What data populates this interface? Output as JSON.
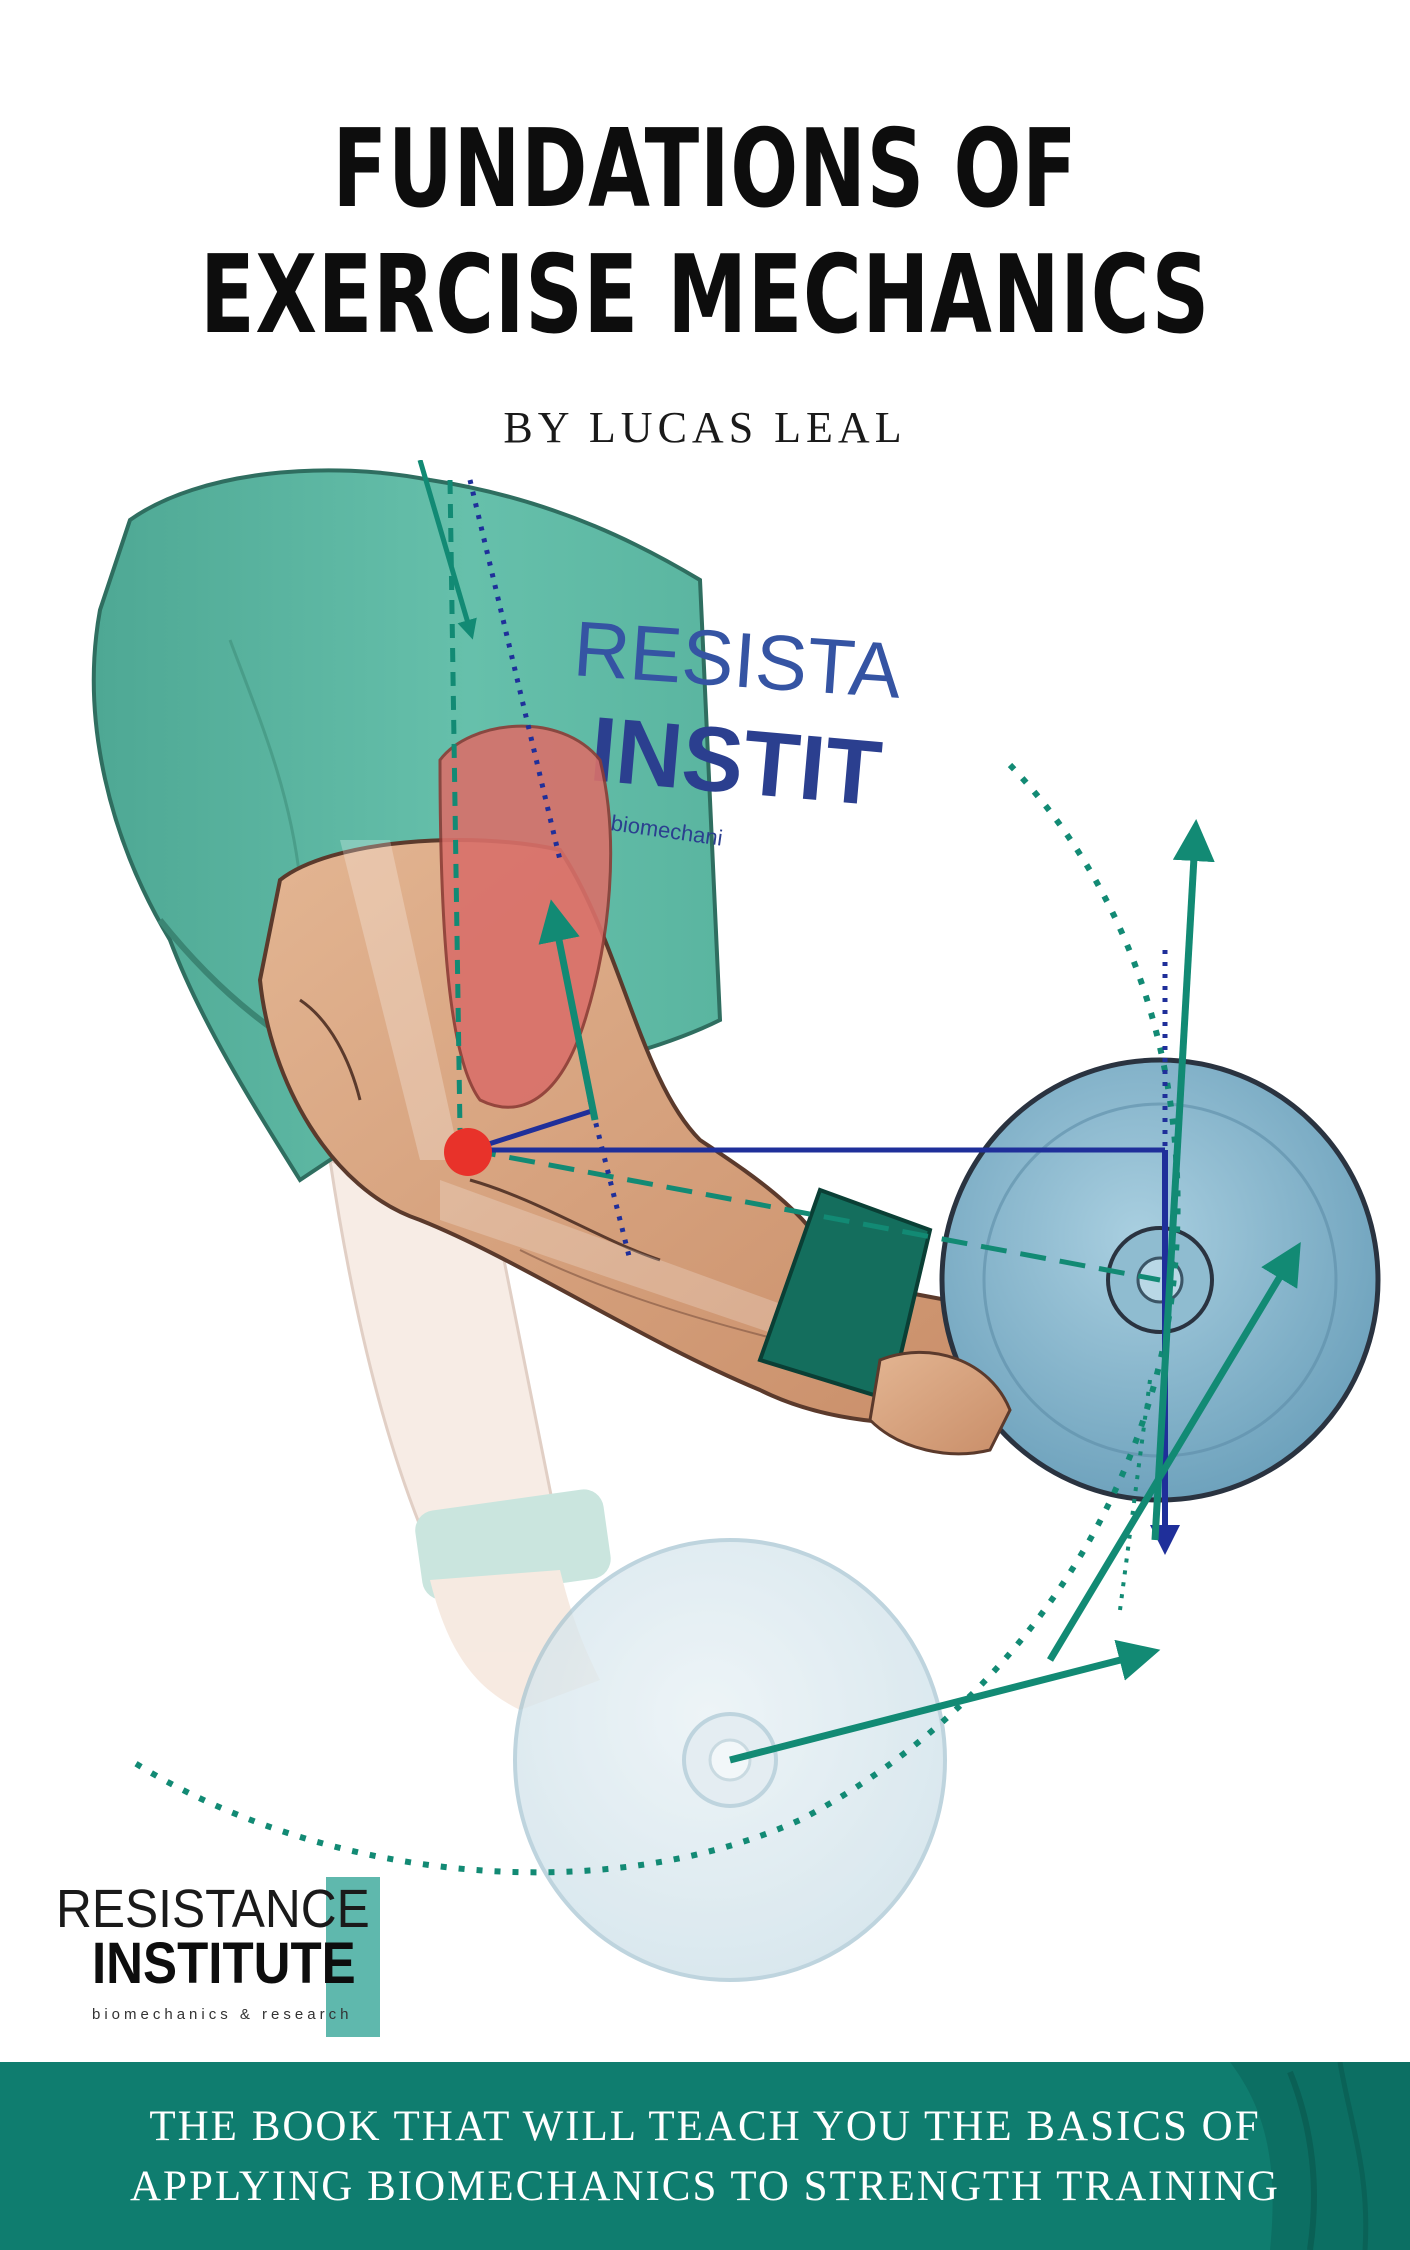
{
  "cover": {
    "title_line1": "FUNDATIONS OF",
    "title_line2": "EXERCISE MECHANICS",
    "author": "BY LUCAS LEAL",
    "shirt_print_line1": "RESISTA",
    "shirt_print_line2": "INSTIT",
    "shirt_print_line3": "biomechani",
    "logo": {
      "line1": "RESISTANCE",
      "line2": "INSTITUTE",
      "line3": "biomechanics & research"
    },
    "tagline_line1": "THE BOOK THAT WILL TEACH YOU THE BASICS OF",
    "tagline_line2": "APPLYING BIOMECHANICS TO STRENGTH TRAINING"
  },
  "colors": {
    "band": "#0f7d6f",
    "accent_teal": "#5fb8ad",
    "shirt": "#5cb8a4",
    "force_arrow": "#128a74",
    "moment_line": "#1f2f9a",
    "joint": "#e8322a",
    "biceps": "#d9706a",
    "dumbbell": "#7fb2ca"
  }
}
